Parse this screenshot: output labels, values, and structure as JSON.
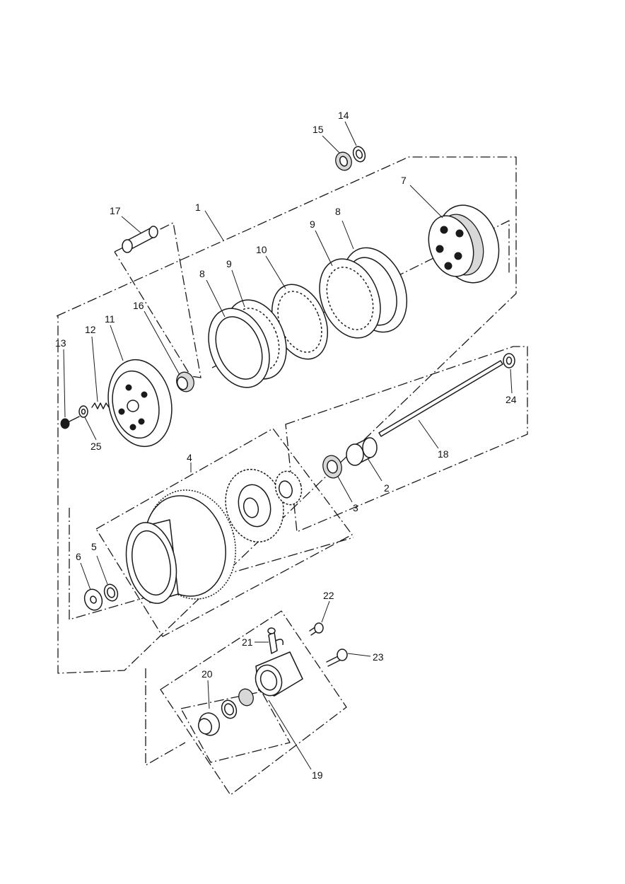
{
  "labels": {
    "p1": "1",
    "p2": "2",
    "p3": "3",
    "p4": "4",
    "p5": "5",
    "p6": "6",
    "p7": "7",
    "p8a": "8",
    "p8b": "8",
    "p9a": "9",
    "p9b": "9",
    "p10": "10",
    "p11": "11",
    "p12": "12",
    "p13": "13",
    "p14": "14",
    "p15": "15",
    "p16": "16",
    "p17": "17",
    "p18": "18",
    "p19": "19",
    "p20": "20",
    "p21": "21",
    "p22": "22",
    "p23": "23",
    "p24": "24",
    "p25": "25"
  }
}
